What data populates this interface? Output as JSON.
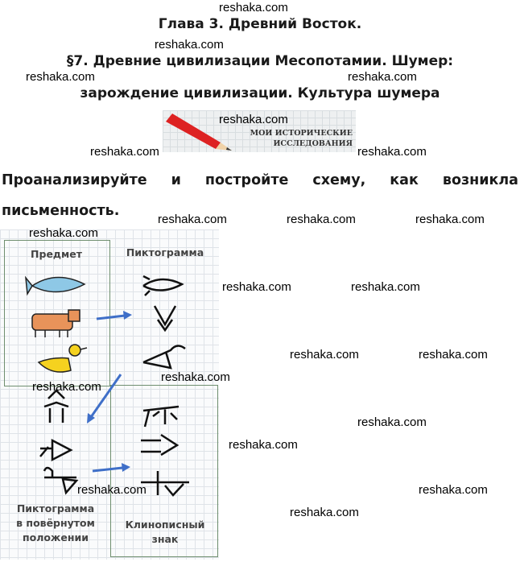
{
  "chapter_title": "Глава 3. Древний Восток.",
  "section_title_line1": "§7. Древние цивилизации Месопотамии. Шумер:",
  "section_title_line2": "зарождение цивилизации. Культура шумера",
  "banner": {
    "line1": "МОИ ИСТОРИЧЕСКИЕ",
    "line2": "ИССЛЕДОВАНИЯ",
    "icon": "pencil-icon"
  },
  "task": {
    "line1": "Проанализируйте и постройте схему, как возникла",
    "line2": "письменность."
  },
  "diagram": {
    "object_label": "Предмет",
    "pictogram_label": "Пиктограмма",
    "rotated_label": [
      "Пиктограмма",
      "в повёрнутом",
      "положении"
    ],
    "cuneiform_label": [
      "Клинописный",
      "знак"
    ],
    "arrow_color": "#3f6fc8"
  },
  "watermarks": [
    "reshaka.com",
    "reshaka.com",
    "reshaka.com",
    "reshaka.com",
    "reshaka.com",
    "reshaka.com",
    "reshaka.com",
    "reshaka.com",
    "reshaka.com",
    "reshaka.com",
    "reshaka.com",
    "reshaka.com",
    "reshaka.com",
    "reshaka.com",
    "reshaka.com",
    "reshaka.com",
    "reshaka.com",
    "reshaka.com",
    "reshaka.com",
    "reshaka.com",
    "reshaka.com",
    "reshaka.com"
  ]
}
